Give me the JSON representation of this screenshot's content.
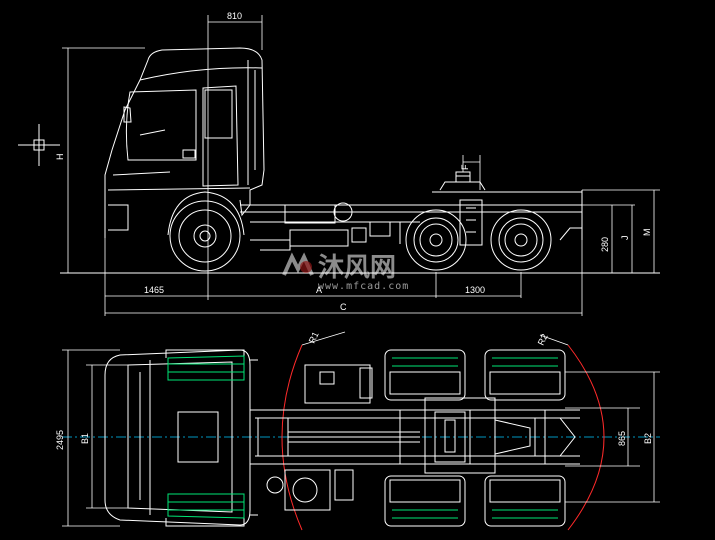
{
  "side_view": {
    "dimensions": {
      "cab_offset": "810",
      "overall_height": "H",
      "front_overhang": "1465",
      "wheelbase": "A",
      "axle_spread": "1300",
      "overall_length": "C",
      "fifth_wheel_offset": "F",
      "frame_height": "J",
      "fifth_wheel_height": "M",
      "rear_height": "280"
    }
  },
  "top_view": {
    "dimensions": {
      "front_track_total": "2495",
      "front_track": "B1",
      "front_radius": "R1",
      "rear_radius": "R2",
      "rear_track_inner": "865",
      "rear_track": "B2"
    }
  },
  "watermark": {
    "logo_text": "沐风网",
    "url": "www.mfcad.com"
  },
  "colors": {
    "background": "#000000",
    "lines": "#ffffff",
    "center_lines": "#00c8ff",
    "tire_tread": "#00e676",
    "red_arcs": "#ff2a2a",
    "dimension_lines": "#ffffff"
  }
}
